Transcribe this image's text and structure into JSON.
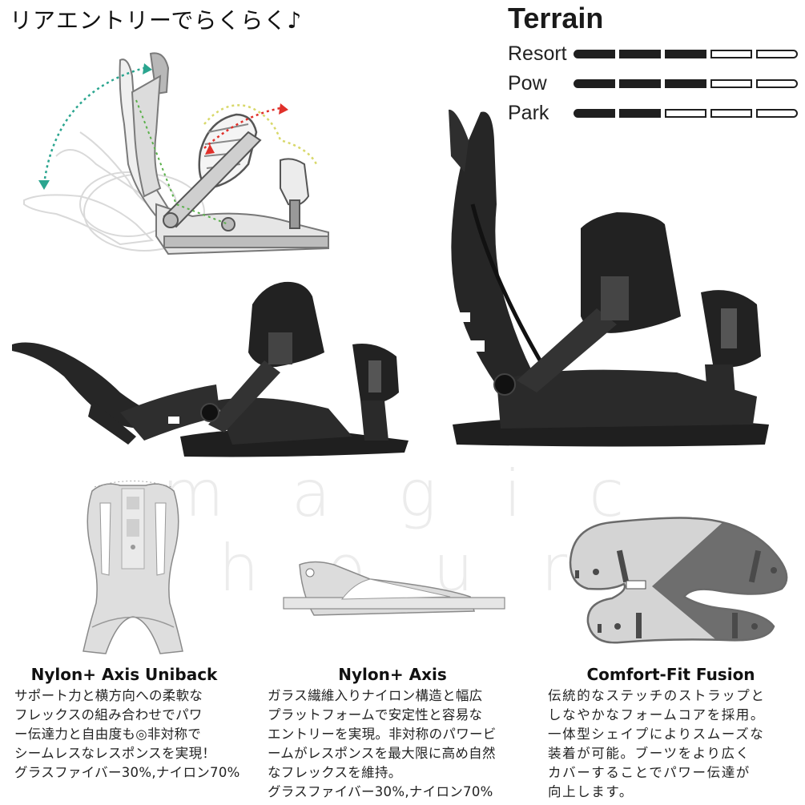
{
  "header": {
    "headline": "リアエントリーでらくらく♪"
  },
  "terrain": {
    "title": "Terrain",
    "max_rating": 5,
    "rows": [
      {
        "label": "Resort",
        "rating": 3
      },
      {
        "label": "Pow",
        "rating": 3
      },
      {
        "label": "Park",
        "rating": 2
      }
    ]
  },
  "watermark": "magic hour",
  "illustrations": {
    "rear_entry_diagram": "rear-entry-motion-diagram",
    "binding_photo_reclined": "binding-highback-down-photo",
    "binding_photo_upright": "binding-highback-up-photo",
    "arrow_colors": {
      "teal": "#2aa58f",
      "red": "#e0302a",
      "yellow": "#d8d86a",
      "green": "#5ab04a"
    }
  },
  "features": [
    {
      "title": "Nylon+ Axis Uniback",
      "icon": "highback-icon",
      "lines": [
        "サポート力と横方向への柔軟な",
        "フレックスの組み合わせでパワ",
        "ー伝達力と自由度も◎非対称で",
        "シームレスなレスポンスを実現！",
        "グラスファイバー30%,ナイロン70%"
      ]
    },
    {
      "title": "Nylon+ Axis",
      "icon": "baseplate-icon",
      "lines": [
        "ガラス繊維入りナイロン構造と幅広",
        "プラットフォームで安定性と容易な",
        "エントリーを実現。非対称のパワービ",
        "ームがレスポンスを最大限に高め自然",
        "なフレックスを維持。",
        "グラスファイバー30%,ナイロン70%"
      ]
    },
    {
      "title": "Comfort-Fit Fusion",
      "icon": "strap-pad-icon",
      "lines": [
        "伝統的なステッチのストラップと",
        "しなやかなフォームコアを採用。",
        "一体型シェイプによりスムーズな",
        "装着が可能。ブーツをより広く",
        "カバーすることでパワー伝達が",
        "向上します。"
      ]
    }
  ],
  "colors": {
    "rating_fill": "#1f1f1f",
    "rating_empty": "#ffffff",
    "binding_dark": "#262626",
    "diagram_gray": "#c8c8c8",
    "pad_dark": "#6e6e6e",
    "pad_light": "#d4d4d4"
  }
}
